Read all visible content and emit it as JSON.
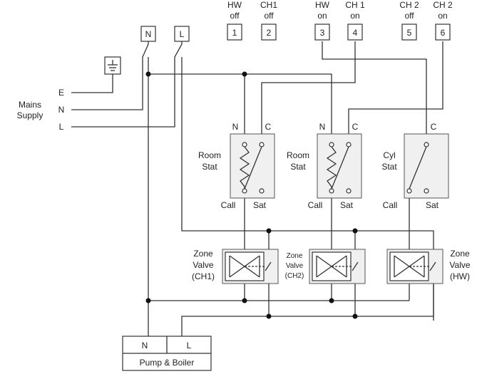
{
  "terminals": [
    {
      "top": "HW",
      "bottom": "off",
      "num": "1"
    },
    {
      "top": "CH1",
      "bottom": "off",
      "num": "2"
    },
    {
      "top": "HW",
      "bottom": "on",
      "num": "3"
    },
    {
      "top": "CH 1",
      "bottom": "on",
      "num": "4"
    },
    {
      "top": "CH 2",
      "bottom": "off",
      "num": "5"
    },
    {
      "top": "CH 2",
      "bottom": "on",
      "num": "6"
    }
  ],
  "supply_terminals": {
    "n": "N",
    "l": "L"
  },
  "mains": {
    "title_line1": "Mains",
    "title_line2": "Supply",
    "e": "E",
    "n": "N",
    "l": "L"
  },
  "stats": [
    {
      "name_line1": "Room",
      "name_line2": "Stat",
      "n": "N",
      "c": "C",
      "call": "Call",
      "sat": "Sat"
    },
    {
      "name_line1": "Room",
      "name_line2": "Stat",
      "n": "N",
      "c": "C",
      "call": "Call",
      "sat": "Sat"
    },
    {
      "name_line1": "Cyl",
      "name_line2": "Stat",
      "c": "C",
      "call": "Call",
      "sat": "Sat"
    }
  ],
  "valves": [
    {
      "line1": "Zone",
      "line2": "Valve",
      "line3": "(CH1)"
    },
    {
      "line1": "Zone",
      "line2": "Valve",
      "line3": "(CH2)"
    },
    {
      "line1": "Zone",
      "line2": "Valve",
      "line3": "(HW)"
    }
  ],
  "boiler": {
    "n": "N",
    "l": "L",
    "label": "Pump & Boiler"
  }
}
